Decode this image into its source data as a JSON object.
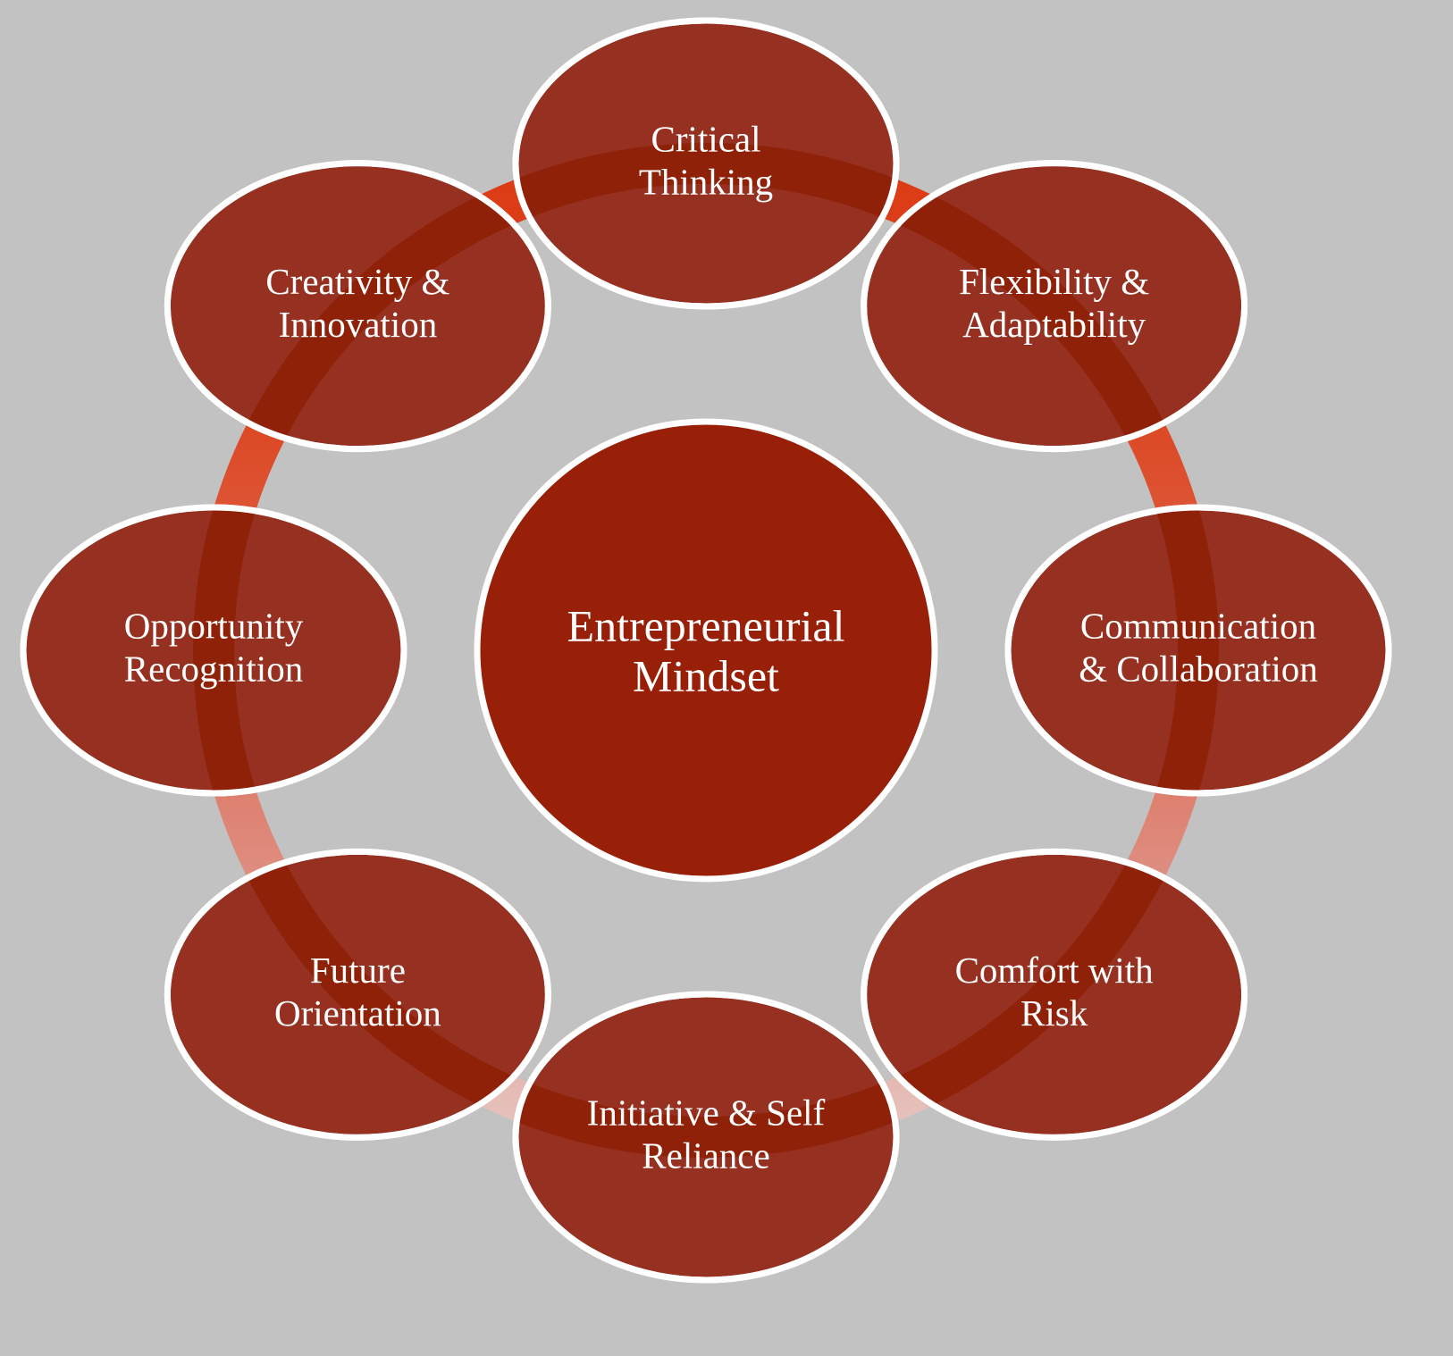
{
  "diagram": {
    "type": "cycle-diagram",
    "title": "Entrepreneurial Mindset",
    "background_color": "#c2c2c2",
    "node_fill_color": "#963121",
    "center_fill_color": "#992008",
    "node_stroke_color": "#ffffff",
    "ring_overlap_color": "#8f2008",
    "ring_gradient": {
      "top": "#dc3a14",
      "side": "#e06a53",
      "bottom": "#e5bcb6"
    },
    "label_color": "#ffffff"
  },
  "center": {
    "line1": "Entrepreneurial",
    "line2": "Mindset"
  },
  "nodes": [
    {
      "id": "critical-thinking",
      "line1": "Critical",
      "line2": "Thinking",
      "angle_deg": 90,
      "position": "top"
    },
    {
      "id": "flexibility-adaptability",
      "line1": "Flexibility &",
      "line2": "Adaptability",
      "angle_deg": 45,
      "position": "top-right"
    },
    {
      "id": "communication-collaboration",
      "line1": "Communication",
      "line2": "& Collaboration",
      "angle_deg": 0,
      "position": "right"
    },
    {
      "id": "comfort-with-risk",
      "line1": "Comfort with",
      "line2": "Risk",
      "angle_deg": 315,
      "position": "bottom-right"
    },
    {
      "id": "initiative-self-reliance",
      "line1": "Initiative & Self",
      "line2": "Reliance",
      "angle_deg": 270,
      "position": "bottom"
    },
    {
      "id": "future-orientation",
      "line1": "Future",
      "line2": "Orientation",
      "angle_deg": 225,
      "position": "bottom-left"
    },
    {
      "id": "opportunity-recognition",
      "line1": "Opportunity",
      "line2": "Recognition",
      "angle_deg": 180,
      "position": "left"
    },
    {
      "id": "creativity-innovation",
      "line1": "Creativity &",
      "line2": "Innovation",
      "angle_deg": 135,
      "position": "top-left"
    }
  ]
}
